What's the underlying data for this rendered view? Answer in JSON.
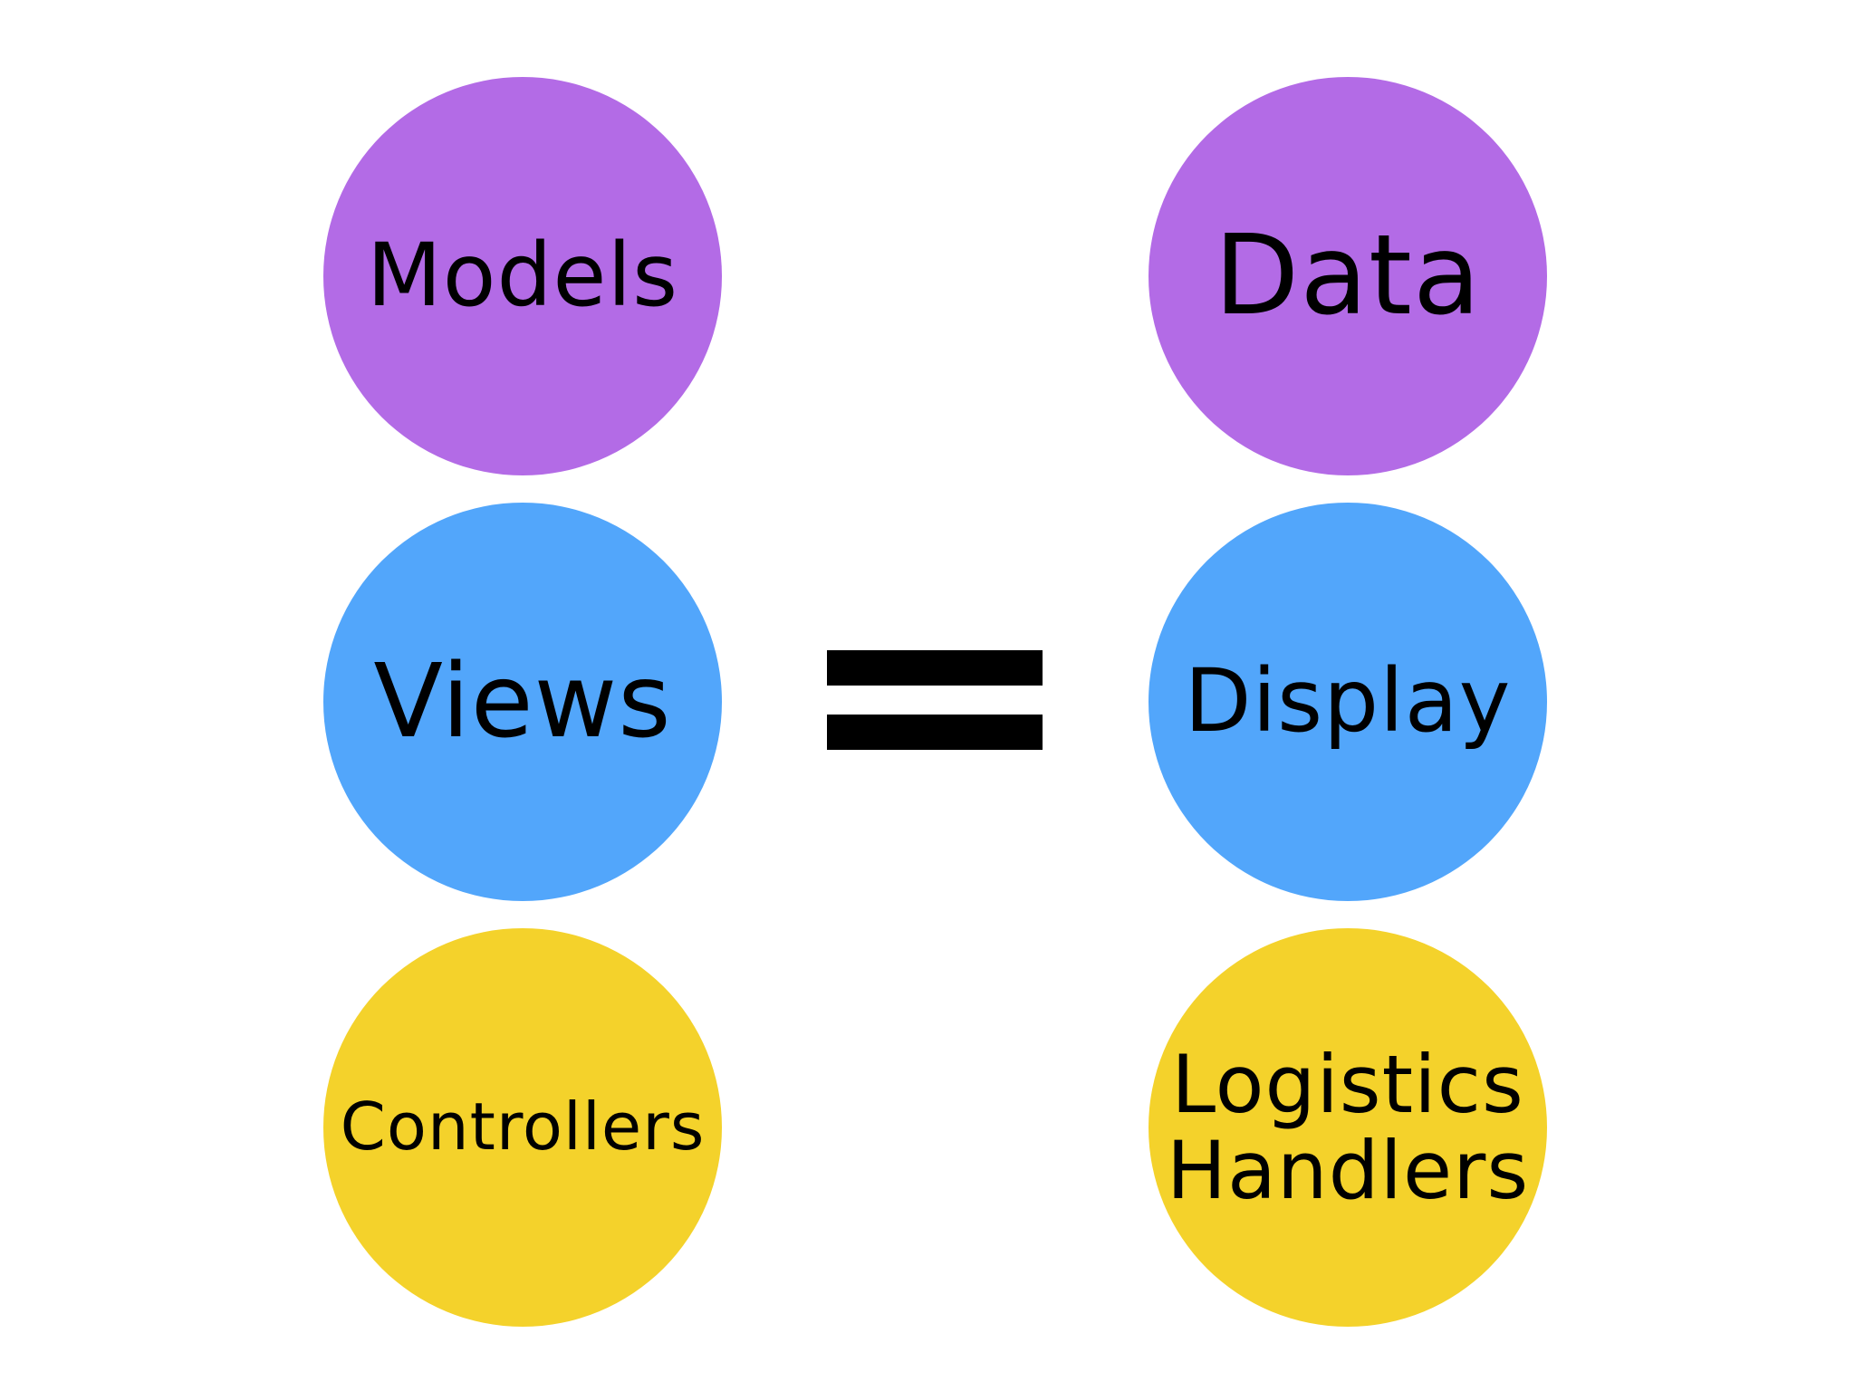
{
  "colors": {
    "purple": "#b36be6",
    "blue": "#52a6fb",
    "yellow": "#f4d22b",
    "text": "#000000",
    "background": "#ffffff"
  },
  "left_column": [
    {
      "label": "Models",
      "color": "purple"
    },
    {
      "label": "Views",
      "color": "blue"
    },
    {
      "label": "Controllers",
      "color": "yellow"
    }
  ],
  "right_column": [
    {
      "label": "Data",
      "color": "purple"
    },
    {
      "label": "Display",
      "color": "blue"
    },
    {
      "label_line1": "Logistics",
      "label_line2": "Handlers",
      "color": "yellow"
    }
  ],
  "operator": {
    "symbol": "="
  }
}
